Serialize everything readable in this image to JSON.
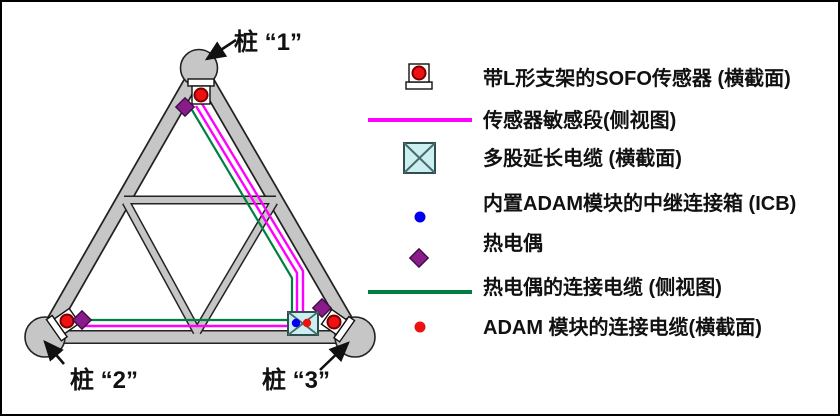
{
  "diagram": {
    "pile_labels": [
      {
        "text": "桩 “1”"
      },
      {
        "text": "桩 “2”"
      },
      {
        "text": "桩 “3”"
      }
    ]
  },
  "legend": {
    "items": [
      {
        "icon": "sofo-sensor-icon",
        "label": "带L形支架的SOFO传感器 (横截面)"
      },
      {
        "icon": "sensor-segment-line-icon",
        "label": "传感器敏感段(侧视图)"
      },
      {
        "icon": "extension-cable-icon",
        "label": "多股延长电缆 (横截面)"
      },
      {
        "icon": "icb-dot-icon",
        "label": "内置ADAM模块的中继连接箱 (ICB)"
      },
      {
        "icon": "thermocouple-icon",
        "label": "热电偶"
      },
      {
        "icon": "thermo-cable-line-icon",
        "label": "热电偶的连接电缆 (侧视图)"
      },
      {
        "icon": "adam-cable-dot-icon",
        "label": "ADAM 模块的连接电缆(横截面)"
      }
    ]
  },
  "colors": {
    "sensor_line": "#ff00ff",
    "thermo_cable": "#008040",
    "icb_dot": "#0000ee",
    "adam_dot": "#ee1111",
    "thermocouple_fill": "#8a1b8a",
    "sofo_red": "#ee1111",
    "strut_fill": "#c6c6c6",
    "cable_box_fill": "#ccf0f2"
  }
}
